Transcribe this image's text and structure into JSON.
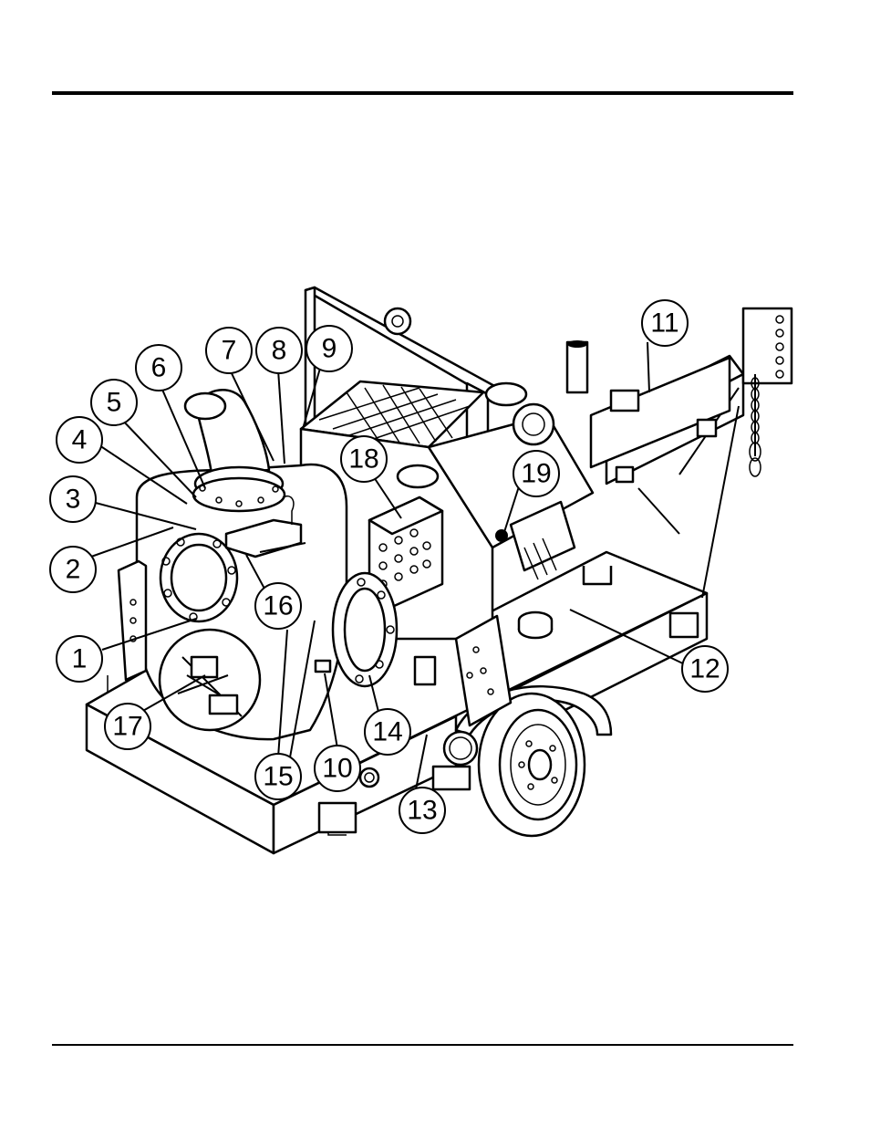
{
  "figure": {
    "callouts": [
      {
        "label": "1"
      },
      {
        "label": "2"
      },
      {
        "label": "3"
      },
      {
        "label": "4"
      },
      {
        "label": "5"
      },
      {
        "label": "6"
      },
      {
        "label": "7"
      },
      {
        "label": "8"
      },
      {
        "label": "9"
      },
      {
        "label": "10"
      },
      {
        "label": "11"
      },
      {
        "label": "12"
      },
      {
        "label": "13"
      },
      {
        "label": "14"
      },
      {
        "label": "15"
      },
      {
        "label": "16"
      },
      {
        "label": "17"
      },
      {
        "label": "18"
      },
      {
        "label": "19"
      }
    ]
  }
}
